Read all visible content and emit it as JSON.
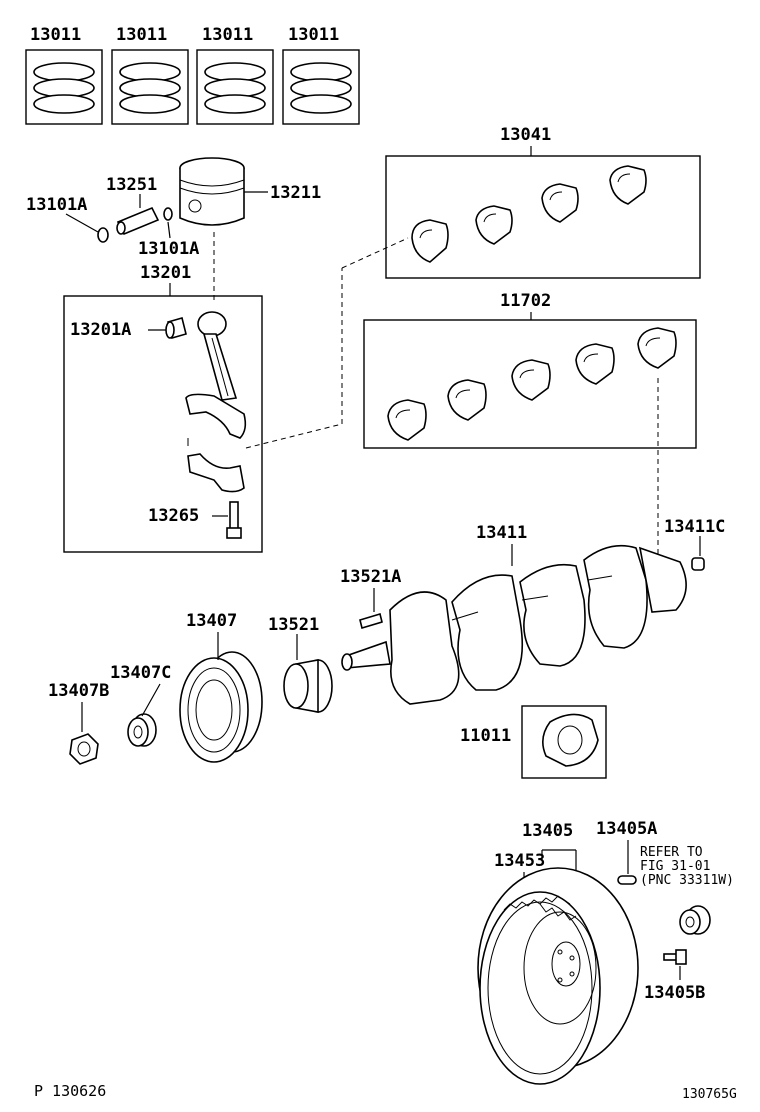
{
  "labels": {
    "ring1": "13011",
    "ring2": "13011",
    "ring3": "13011",
    "ring4": "13011",
    "bearing_upper": "13041",
    "bearing_main": "11702",
    "snap_ring_left": "13101A",
    "pin": "13251",
    "piston": "13211",
    "snap_ring_right": "13101A",
    "conrod": "13201",
    "bushing": "13201A",
    "conrod_bolt": "13265",
    "crankshaft": "13411",
    "crank_pin_c": "13411C",
    "key": "13521A",
    "timing_gear": "13521",
    "pulley": "13407",
    "washer": "13407C",
    "nut": "13407B",
    "thrust_washer": "11011",
    "flywheel": "13405",
    "flywheel_pin": "13405A",
    "ring_gear": "13453",
    "flywheel_bolt": "13405B"
  },
  "note": {
    "line1": "REFER TO",
    "line2": "FIG 31-01",
    "line3": "(PNC 33311W)"
  },
  "footer": {
    "left": "P 130626",
    "right": "130765G"
  }
}
